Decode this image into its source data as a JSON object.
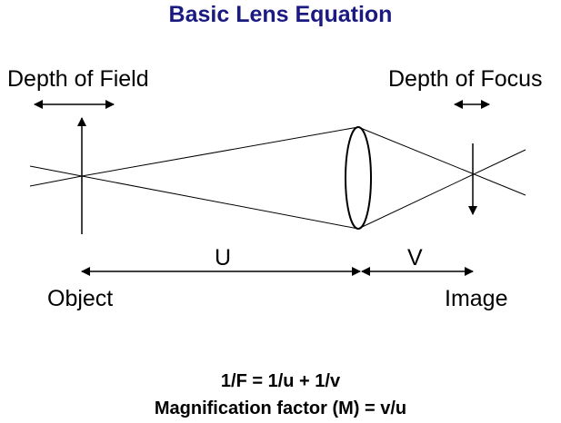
{
  "title": "Basic Lens Equation",
  "labels": {
    "depth_of_field": "Depth of Field",
    "depth_of_focus": "Depth of Focus",
    "u": "U",
    "v": "V",
    "object": "Object",
    "image": "Image"
  },
  "equations": {
    "lens": "1/F  =  1/u + 1/v",
    "magnification": "Magnification factor (M) = v/u"
  },
  "colors": {
    "title": "#1a1a80",
    "lines": "#000000"
  }
}
